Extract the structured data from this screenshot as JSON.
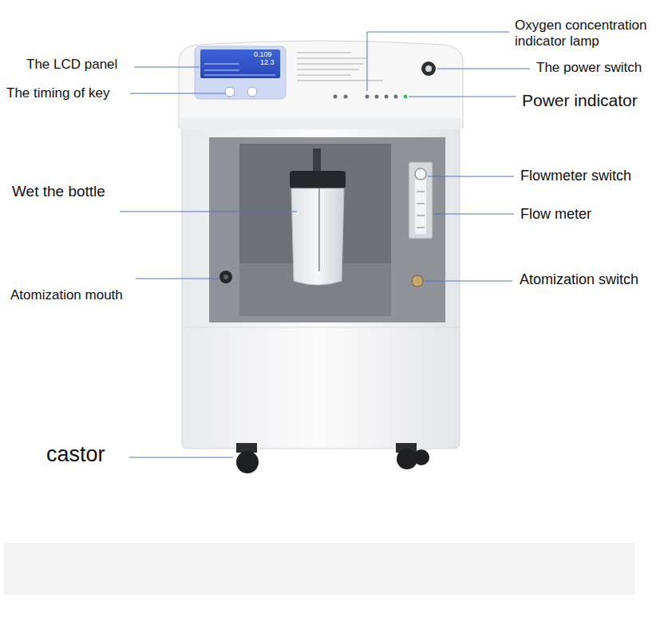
{
  "diagram": {
    "labels": [
      "Oxygen concentration indicator lamp",
      "The LCD panel",
      "The power switch",
      "0.109",
      "12.3",
      "The timing of key",
      "Power indicator",
      "Flowmeter switch",
      "Wet the bottle",
      "Flow meter",
      "Atomization mouth",
      "Atomization switch",
      "castor"
    ]
  }
}
